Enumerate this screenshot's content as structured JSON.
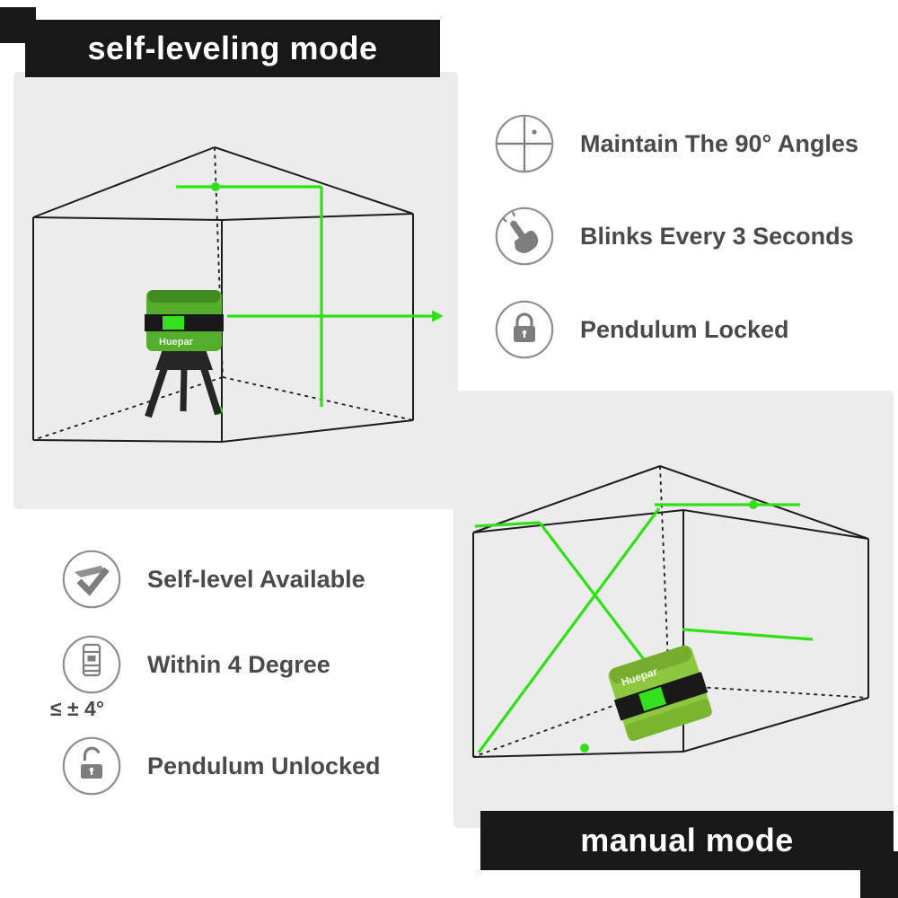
{
  "banners": {
    "self_leveling": "self-leveling mode",
    "manual": "manual mode"
  },
  "features_right": [
    {
      "icon": "crosshair-icon",
      "label": "Maintain The 90° Angles"
    },
    {
      "icon": "hand-tap-icon",
      "label": "Blinks Every 3 Seconds"
    },
    {
      "icon": "padlock-closed-icon",
      "label": "Pendulum Locked"
    }
  ],
  "features_left": [
    {
      "icon": "self-level-check-icon",
      "label": "Self-level Available"
    },
    {
      "icon": "level-device-icon",
      "label": "Within 4 Degree",
      "sublabel": "≤ ± 4°"
    },
    {
      "icon": "padlock-open-icon",
      "label": "Pendulum Unlocked"
    }
  ],
  "device_brand": "Huepar",
  "colors": {
    "laser_green": "#2FE014",
    "panel_gray": "#ECECEC",
    "banner_black": "#181818",
    "label_gray": "#4A4A4A",
    "icon_gray": "#8F8F8F",
    "glyph_gray": "#7D7D7D",
    "device_green": "#54AD2B",
    "device_lime": "#8DC63F"
  }
}
